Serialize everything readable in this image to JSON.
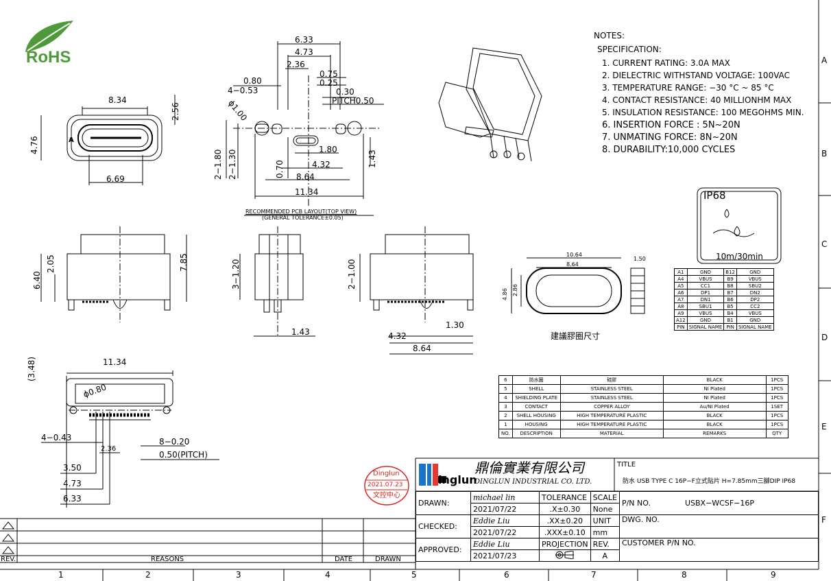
{
  "rohs_label": "RoHS",
  "notes": {
    "heading": "NOTES:",
    "spec": "SPECIFICATION:",
    "items": [
      "1. CURRENT RATING: 3.0A MAX",
      "2. DIELECTRIC WITHSTAND VOLTAGE: 100VAC",
      "3. TEMPERATURE RANGE: −30 °C ~ 85 °C",
      "4. CONTACT RESISTANCE: 40 MILLIONHM MAX",
      "5. INSULATION RESISTANCE: 100 MEGOHMS MIN.",
      "6. INSERTION FORCE : 5N~20N",
      "7. UNMATING FORCE: 8N~20N",
      "8. DURABILITY:10,000 CYCLES"
    ]
  },
  "dims": {
    "front_view": {
      "w": "8.34",
      "h": "2.56",
      "left": "4.76",
      "inner": "6.69",
      "letter": "A"
    },
    "pcb_layout": {
      "d633": "6.33",
      "d473": "4.73",
      "d236": "2.36",
      "d080": "0.80",
      "d075": "0.75",
      "d053": "4−0.53",
      "d025": "0.25",
      "d030": "0.30",
      "pitch": "PITCH0.50",
      "phi": "ϕ1.00",
      "d180": "1.80",
      "d432": "4.32",
      "d143": "1.43",
      "d2180": "2−1.80",
      "d2130": "2−1.30",
      "d070": "0.70",
      "d864": "8.64",
      "d1134": "11.34",
      "caption1": "RECOMMENDED PCB LAYOUT(TOP VIEW)",
      "caption2": "(GENERAL TOLERANCE±0.05)"
    },
    "side_views": {
      "d640": "6.40",
      "d205": "2.05",
      "d785": "7.85",
      "d3120": "3−1.20",
      "d143b": "1.43",
      "d2100": "2−1.00",
      "d432b": "4.32",
      "d130": "1.30",
      "d864b": "8.64"
    },
    "gasket": {
      "d1064": "10.64",
      "d864": "8.64",
      "d150": "1.50",
      "d486": "4.86",
      "d286": "2.86",
      "caption": "建議膠圈尺寸"
    },
    "bottom_view": {
      "d348": "(3.48)",
      "d1134": "11.34",
      "phi": "ϕ0.80",
      "d043": "4−0.43",
      "d236": "2.36",
      "d820": "8−0.20",
      "pitch": "0.50(PITCH)",
      "d350": "3.50",
      "d473": "4.73",
      "d633": "6.33"
    }
  },
  "ip68": {
    "label": "IP68",
    "depth": "10m/30min"
  },
  "pin_table": {
    "rows": [
      [
        "A1",
        "GND",
        "B12",
        "GND"
      ],
      [
        "A4",
        "VBUS",
        "B9",
        "VBUS"
      ],
      [
        "A5",
        "CC1",
        "B8",
        "SBU2"
      ],
      [
        "A6",
        "DP1",
        "B7",
        "DN2"
      ],
      [
        "A7",
        "DN1",
        "B6",
        "DP2"
      ],
      [
        "A8",
        "SBU1",
        "B5",
        "CC2"
      ],
      [
        "A9",
        "VBUS",
        "B4",
        "VBUS"
      ],
      [
        "A12",
        "GND",
        "B1",
        "GND"
      ]
    ],
    "header": [
      "PIN",
      "SIGNAL NAME",
      "PIN",
      "SIGNAL NAME"
    ]
  },
  "bom": {
    "rows": [
      [
        "6",
        "防水圈",
        "硅膠",
        "BLACK",
        "1PCS"
      ],
      [
        "5",
        "SHELL",
        "STAINLESS STEEL",
        "NI Plated",
        "1PCS"
      ],
      [
        "4",
        "SHIELDING PLATE",
        "STAINLESS STEEL",
        "NI Plated",
        "1PCS"
      ],
      [
        "3",
        "CONTACT",
        "COPPER ALLOY",
        "Au/NI Plated",
        "1SET"
      ],
      [
        "2",
        "SHELL HOUSING",
        "HIGH TEMPERATURE PLASTIC",
        "BLACK",
        "1PCS"
      ],
      [
        "1",
        "HOUSING",
        "HIGH TEMPERATURE PLASTIC",
        "BLACK",
        "1PCS"
      ]
    ],
    "header": [
      "NO.",
      "DESCRIPTION",
      "MATERIAL",
      "REMARKS",
      "QTY"
    ]
  },
  "company": {
    "logo_text": "inglun",
    "logo_accent_color": "#1a73c8",
    "name_cn": "鼎倫實業有限公司",
    "name_en": "DINGLUN INDUSTRIAL CO. LTD."
  },
  "stamp": {
    "line1": "Dinglun",
    "line2": "2021.07.23",
    "line3": "文控中心",
    "color": "#d8251d"
  },
  "title_block": {
    "title_label": "TITLE",
    "title_text": "防水 USB TYPE C 16P−F立式貼片 H=7.85mm三腳DIP IP68",
    "drawn_label": "DRAWN:",
    "drawn_name": "michael lin",
    "drawn_date": "2021/07/22",
    "checked_label": "CHECKED:",
    "checked_name": "Eddie Liu",
    "checked_date": "2021/07/22",
    "approved_label": "APPROVED:",
    "approved_name": "Eddie Liu",
    "approved_date": "2021/07/23",
    "tolerance_label": "TOLERANCE",
    "tol1": ".X±0.30",
    "tol2": ".XX±0.20",
    "tol3": ".XXX±0.10",
    "projection_label": "PROJECTION",
    "scale_label": "SCALE",
    "scale_value": "None",
    "unit_label": "UNIT",
    "unit_value": "mm",
    "rev_label": "REV.",
    "rev_value": "A",
    "pn_label": "P/N NO.",
    "pn_value": "USBX−WCSF−16P",
    "dwg_label": "DWG. NO.",
    "cust_label": "CUSTOMER P/N NO."
  },
  "revision_block": {
    "rev": "REV.",
    "reasons": "REASONS",
    "date": "DATE",
    "drawn": "DRAWN"
  },
  "grid": {
    "cols": [
      "1",
      "2",
      "3",
      "4",
      "5",
      "6",
      "7",
      "8",
      "9"
    ],
    "rows": [
      "A",
      "B",
      "C",
      "D",
      "E",
      "F"
    ]
  }
}
